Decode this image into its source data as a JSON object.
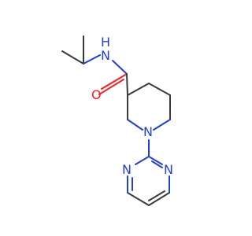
{
  "molecule": {
    "atoms": {
      "amide_n": "N",
      "amide_h": "H",
      "carbonyl_o": "O",
      "piperidine_n": "N",
      "pyrimidine_n1": "N",
      "pyrimidine_n2": "N"
    },
    "colors": {
      "bond": "#3a3a3a",
      "nitrogen": "#1f3fe0",
      "oxygen": "#ff1a1a"
    }
  }
}
